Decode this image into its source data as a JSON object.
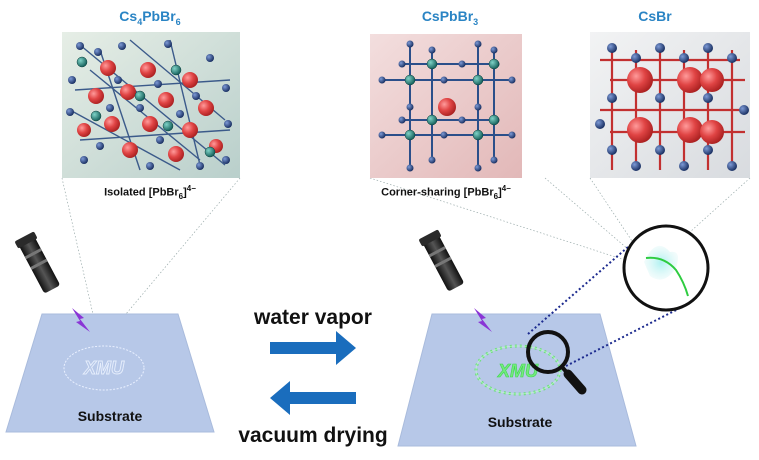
{
  "panels": {
    "cs4pbbr6": {
      "title_main": "Cs",
      "title_sub1": "4",
      "title_mid": "PbBr",
      "title_sub2": "6",
      "caption_pre": "Isolated [PbBr",
      "caption_sub": "6",
      "caption_post": "]",
      "caption_sup": "4−"
    },
    "cspbbr3": {
      "title_main": "CsPbBr",
      "title_sub": "3",
      "caption_pre": "Corner-sharing [PbBr",
      "caption_sub": "6",
      "caption_post": "]",
      "caption_sup": "4−"
    },
    "csbr": {
      "title": "CsBr"
    }
  },
  "substrates": {
    "left_label": "Substrate",
    "right_label": "Substrate",
    "logo_text": "XMU"
  },
  "process": {
    "forward_label": "water vapor",
    "reverse_label": "vacuum drying"
  },
  "colors": {
    "title_blue": "#2a84c4",
    "arrow_blue": "#1a6dbd",
    "substrate": "#b7c8e8",
    "pb_teal": "#1f7a74",
    "br_navy": "#1e3b78",
    "cs_red": "#d83a3a",
    "glow_green": "#3ed64e"
  }
}
